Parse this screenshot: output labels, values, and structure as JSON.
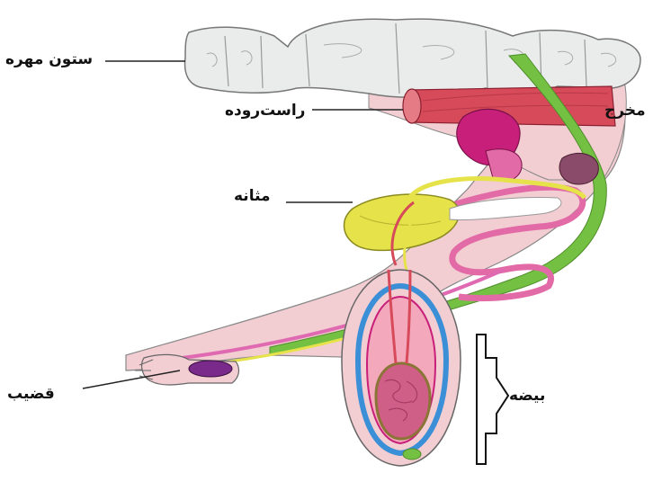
{
  "labels": {
    "spine": "ستون مهره",
    "rectum": "راست‌روده",
    "outlet": "مخرج",
    "bladder": "مثانه",
    "penis": "قضیب",
    "testis": "بیضه"
  },
  "colors": {
    "bone": "#e9eceb",
    "body_tissue": "#f2cdd2",
    "rectum": "#d64a5a",
    "ureter_green": "#74c043",
    "bladder_yellow": "#e6e24a",
    "gland_magenta": "#c8207a",
    "vas_deferens_blue": "#3a8fd6",
    "testis_tissue": "#cf5f86",
    "epididymis_brown": "#8a7436",
    "penis_glans_purple": "#7a2a8a"
  }
}
